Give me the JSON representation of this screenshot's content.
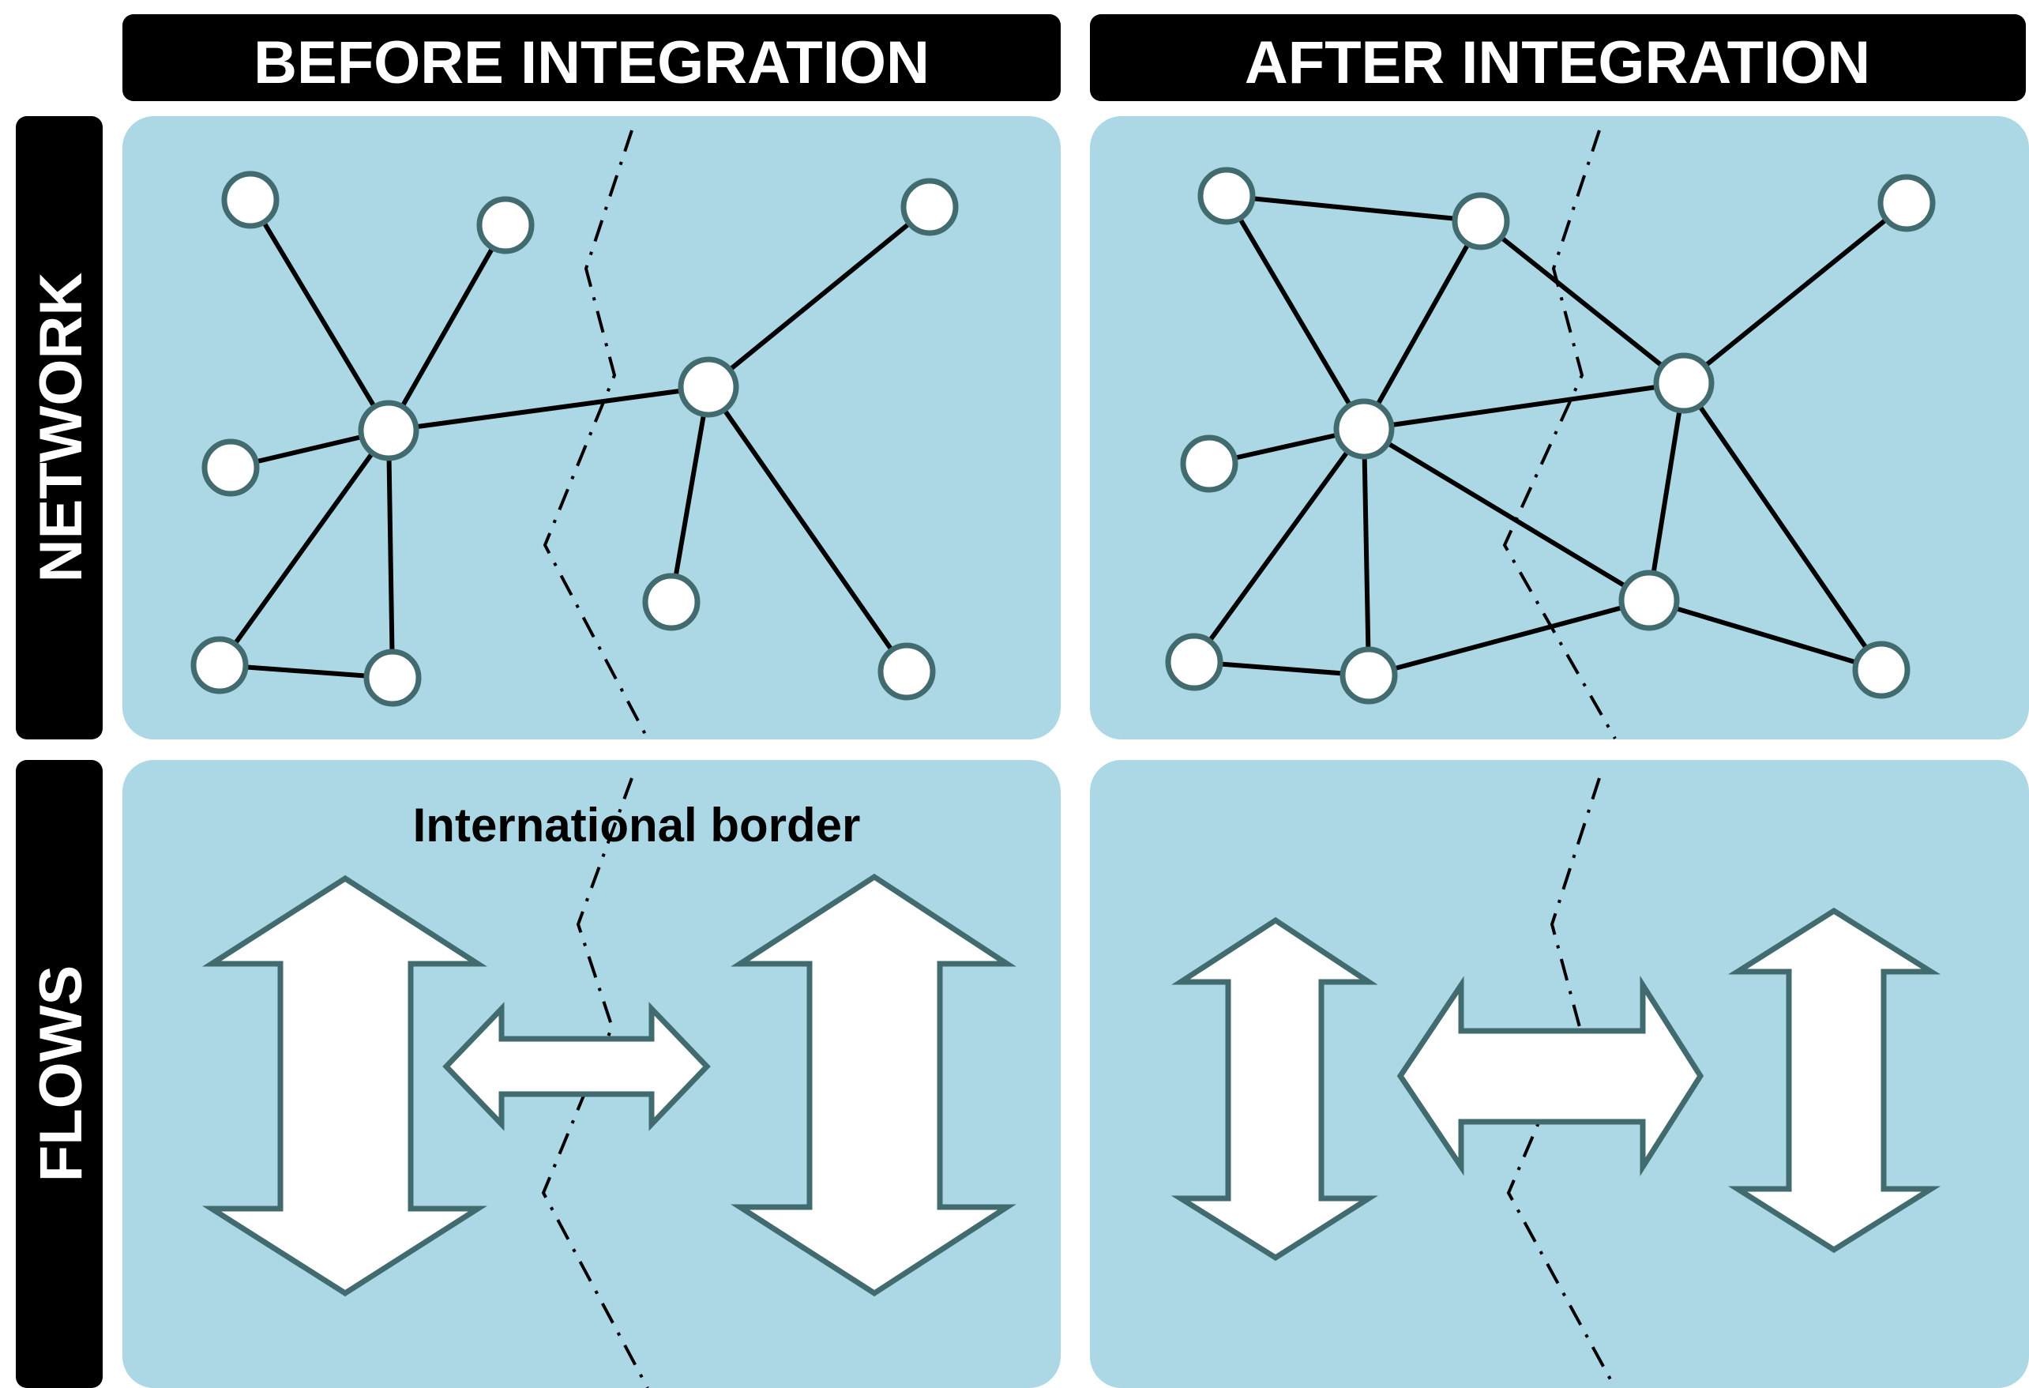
{
  "columns": {
    "before_label": "BEFORE INTEGRATION",
    "after_label": "AFTER INTEGRATION"
  },
  "rows": {
    "network_label": "NETWORK",
    "flows_label": "FLOWS"
  },
  "annotations": {
    "border_label": "International border"
  },
  "colors": {
    "panel_background": "#acd7e4",
    "header_background": "#000000",
    "node_outline": "#416b6e",
    "arrow_outline": "#416b6e"
  }
}
